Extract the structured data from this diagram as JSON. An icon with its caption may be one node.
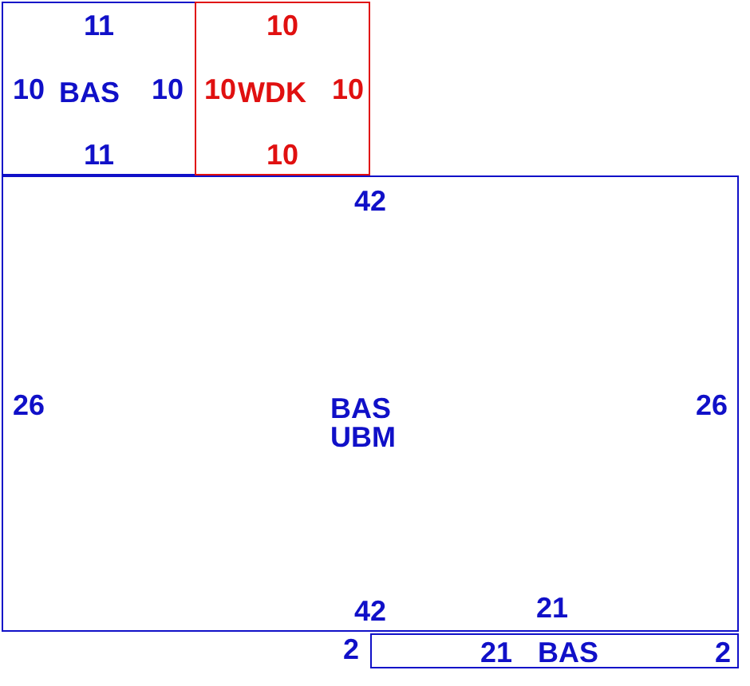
{
  "diagram": {
    "nodes": [
      {
        "text": [
          "11",
          "10",
          "BAS",
          "10",
          "11"
        ]
      },
      {
        "text": [
          "10",
          "10",
          "WDK",
          "10",
          "10"
        ]
      },
      {
        "text": [
          "42",
          "26",
          "BAS UBM",
          "26",
          "42"
        ]
      },
      {
        "text": [
          "21",
          "BAS",
          "2"
        ],
        "beside": [
          "21",
          "2"
        ]
      }
    ]
  }
}
